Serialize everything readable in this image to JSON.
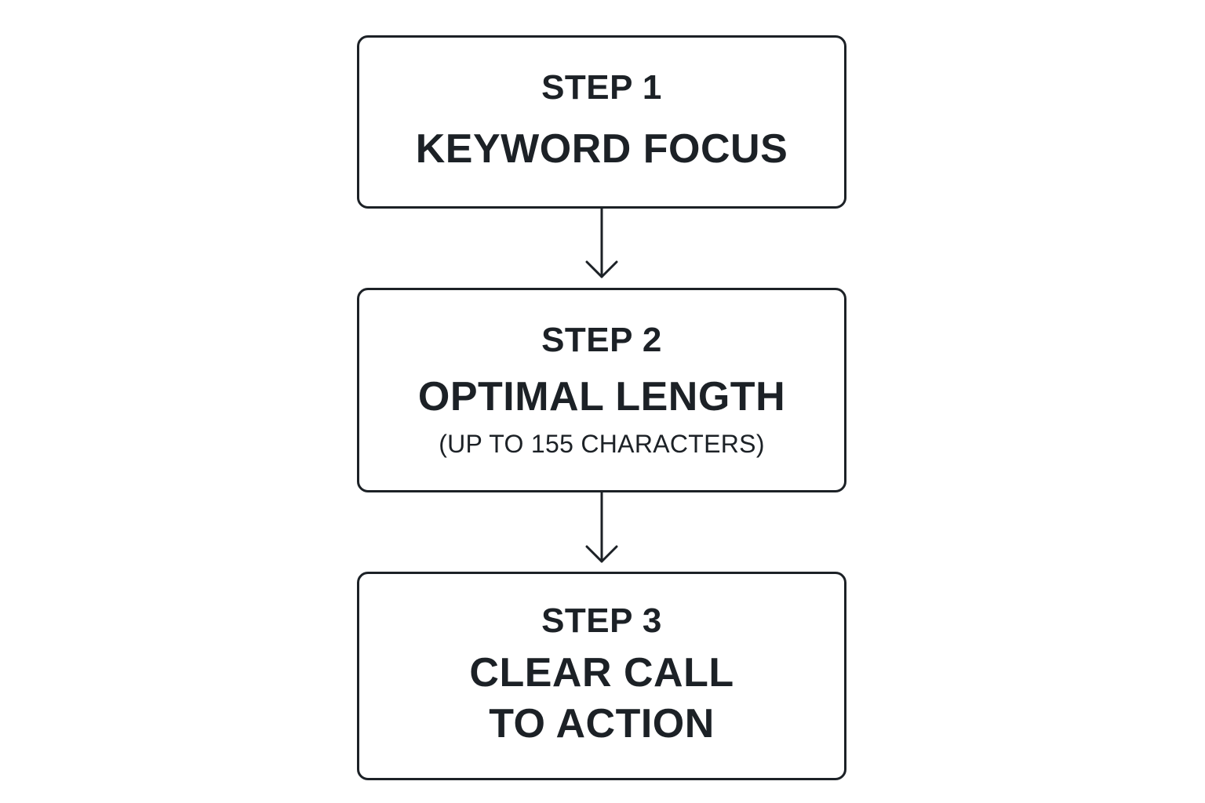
{
  "steps": [
    {
      "label": "STEP 1",
      "title": "KEYWORD FOCUS"
    },
    {
      "label": "STEP 2",
      "title": "OPTIMAL LENGTH",
      "note": "(UP TO 155 CHARACTERS)"
    },
    {
      "label": "STEP 3",
      "title_line1": "CLEAR CALL",
      "title_line2": "TO ACTION"
    }
  ],
  "connectors": [
    "arrow-down-icon",
    "arrow-down-icon"
  ]
}
